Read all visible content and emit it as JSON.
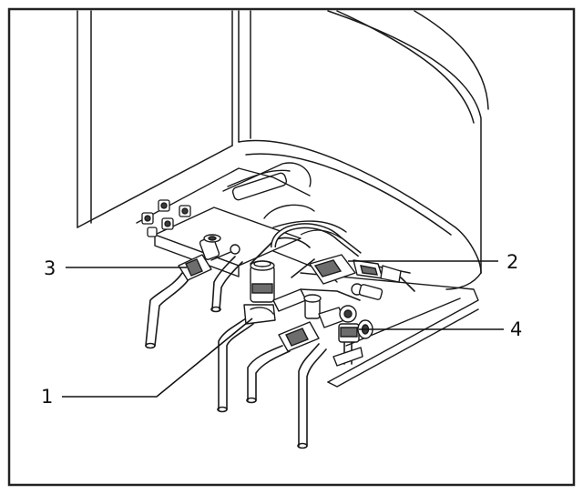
{
  "callouts": [
    {
      "id": "1",
      "label": "1"
    },
    {
      "id": "2",
      "label": "2"
    },
    {
      "id": "3",
      "label": "3"
    },
    {
      "id": "4",
      "label": "4"
    }
  ],
  "colors": {
    "line": "#1a1a1a",
    "frame": "#222222",
    "background": "#ffffff",
    "valve_shading": "#6d6d6d"
  }
}
